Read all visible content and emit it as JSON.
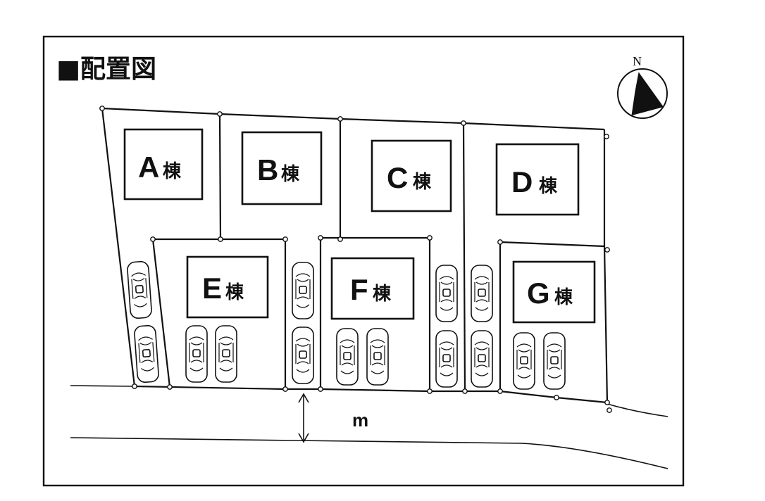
{
  "title": "■配置図",
  "compass": {
    "label": "N"
  },
  "buildings": [
    {
      "letter": "A",
      "suffix": "棟"
    },
    {
      "letter": "B",
      "suffix": "棟"
    },
    {
      "letter": "C",
      "suffix": "棟"
    },
    {
      "letter": "D",
      "suffix": "棟"
    },
    {
      "letter": "E",
      "suffix": "棟"
    },
    {
      "letter": "F",
      "suffix": "棟"
    },
    {
      "letter": "G",
      "suffix": "棟"
    }
  ],
  "road": {
    "width_label": "m"
  }
}
